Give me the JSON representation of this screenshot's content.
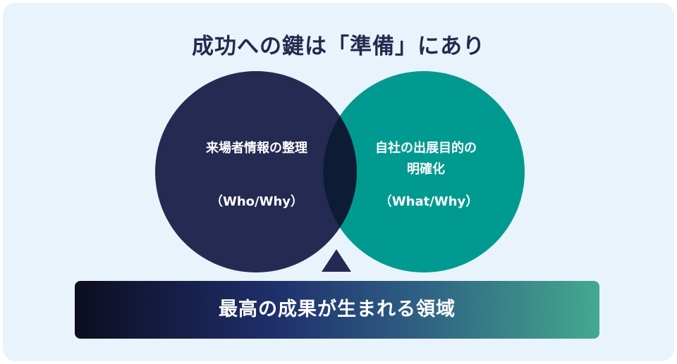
{
  "title": "成功への鍵は「準備」にあり",
  "left_circle": {
    "label": "来場者情報の整理",
    "sub": "（Who/Why）",
    "color": "#252a52"
  },
  "right_circle": {
    "label_line1": "自社の出展目的の",
    "label_line2": "明確化",
    "sub": "（What/Why）",
    "color": "#009a91"
  },
  "overlap_color": "#0e1b35",
  "arrow_color": "#252a52",
  "result_bar": {
    "text": "最高の成果が生まれる領域"
  }
}
